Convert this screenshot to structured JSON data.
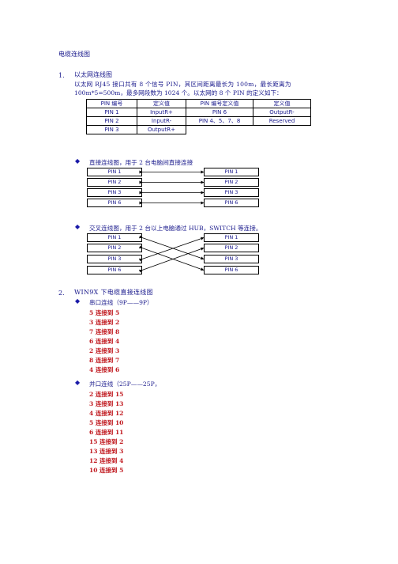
{
  "title": "电缆连线图",
  "section1": {
    "number": "1.",
    "heading": "以太网连线图",
    "para_line1": "以太网 RJ45 接口共有 8 个信号 PIN，其区间距离最长为 100m，最长距离为",
    "para_line2": "100m*5=500m，最多网段数为 1024 个。以太网的 8 个 PIN 的定义如下：",
    "table": {
      "headers": [
        "PIN 编号",
        "定义值",
        "PIN 编号定义值",
        "定义值"
      ],
      "rows": [
        [
          "PIN 1",
          "InputR+",
          "PIN 6",
          "OutputR-"
        ],
        [
          "PIN 2",
          "InputR-",
          "PIN 4、5、7、8",
          "Reserved"
        ],
        [
          "PIN 3",
          "OutputR+",
          "",
          ""
        ]
      ]
    },
    "straight": {
      "bullet": "◆",
      "caption": "直接连线图，用于 2 台电脑间直接连接",
      "left_pins": [
        "PIN 1",
        "PIN 2",
        "PIN 3",
        "PIN 6"
      ],
      "right_pins": [
        "PIN 1",
        "PIN 2",
        "PIN 3",
        "PIN 6"
      ]
    },
    "cross": {
      "bullet": "◆",
      "caption": "交叉连线图，用于 2 台以上电脑通过 HUB，SWITCH 等连接。",
      "left_pins": [
        "PIN 1",
        "PIN 2",
        "PIN 3",
        "PIN 6"
      ],
      "right_pins": [
        "PIN 1",
        "PIN 2",
        "PIN 3",
        "PIN 6"
      ]
    }
  },
  "section2": {
    "number": "2.",
    "heading": "WIN9X 下电缆直接连线图",
    "serial": {
      "bullet": "◆",
      "caption": "串口连线（9P——9P）",
      "items": [
        "5 连接到 5",
        "3 连接到 2",
        "7 连接到 8",
        "6 连接到 4",
        "2 连接到 3",
        "8 连接到 7",
        "4 连接到 6"
      ]
    },
    "parallel": {
      "bullet": "◆",
      "caption": "并口连线（25P——25P，",
      "items": [
        "2 连接到 15",
        "3 连接到 13",
        "4 连接到 12",
        "5 连接到 10",
        "6 连接到 11",
        "15 连接到 2",
        "13 连接到 3",
        "12 连接到 4",
        "10 连接到 5"
      ]
    }
  }
}
